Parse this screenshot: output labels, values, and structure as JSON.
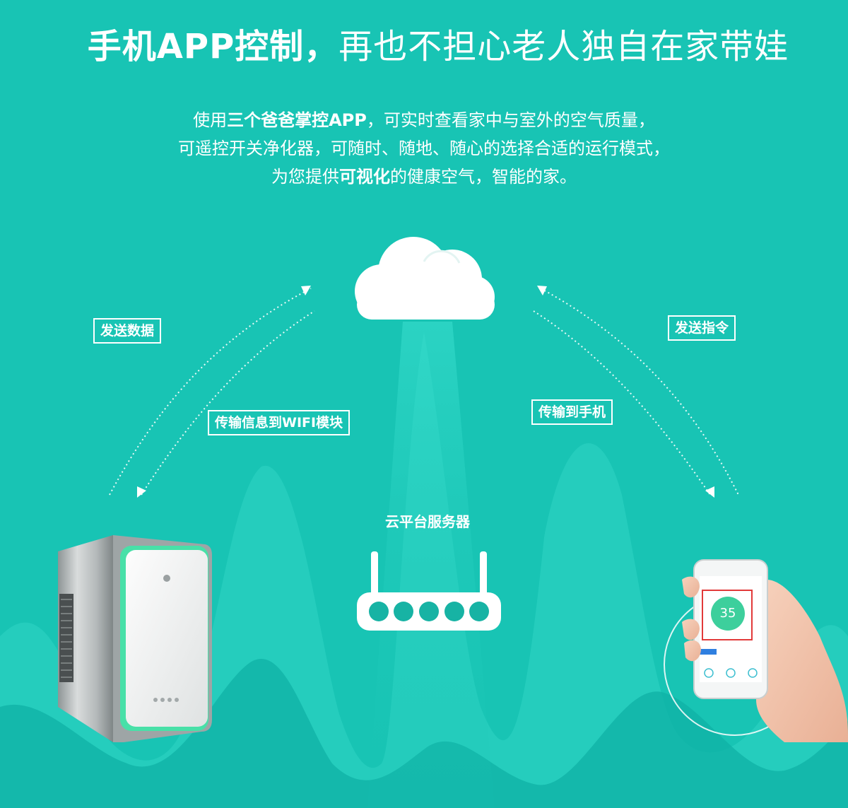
{
  "headline": {
    "strong": "手机APP控制，",
    "light": "再也不担心老人独自在家带娃"
  },
  "description": {
    "line1_a": "使用",
    "line1_brand": "三个爸爸掌控APP",
    "line1_b": "，可实时查看家中与室外的空气质量，",
    "line2": "可遥控开关净化器，可随时、随地、随心的选择合适的运行模式，",
    "line3_a": "为您提供",
    "line3_bold": "可视化",
    "line3_b": "的健康空气，智能的家。"
  },
  "labels": {
    "send_data": "发送数据",
    "send_command": "发送指令",
    "transfer_wifi": "传输信息到WIFI模块",
    "transfer_phone": "传输到手机",
    "cloud_server": "云平台服务器"
  },
  "phone": {
    "reading": "35"
  },
  "icons": {
    "cloud": "cloud-icon",
    "router": "router-icon",
    "purifier": "air-purifier",
    "phone": "phone-in-hand"
  },
  "colors": {
    "background": "#18c4b4",
    "mountain_light": "#2fd2c2",
    "mountain_dark": "#14b8ab",
    "router_dot": "#17b3a4",
    "phone_screen_ring": "#3dcf9c",
    "highlight_frame": "#e23a3a"
  }
}
